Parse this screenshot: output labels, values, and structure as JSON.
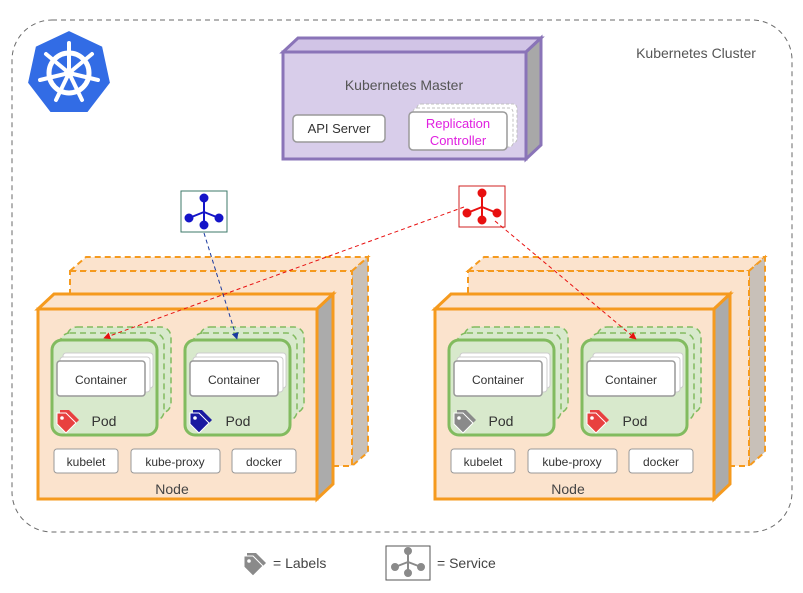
{
  "cluster": {
    "label": "Kubernetes Cluster"
  },
  "master": {
    "title": "Kubernetes Master",
    "api_server": "API Server",
    "replication_controller": [
      "Replication",
      "Controller"
    ]
  },
  "nodes": [
    {
      "label": "Node",
      "pods": [
        {
          "label": "Pod",
          "container": "Container",
          "tag_color": "#e84040"
        },
        {
          "label": "Pod",
          "container": "Container",
          "tag_color": "#1a1aa0"
        }
      ],
      "components": [
        "kubelet",
        "kube-proxy",
        "docker"
      ]
    },
    {
      "label": "Node",
      "pods": [
        {
          "label": "Pod",
          "container": "Container",
          "tag_color": "#8a8a8a"
        },
        {
          "label": "Pod",
          "container": "Container",
          "tag_color": "#e84040"
        }
      ],
      "components": [
        "kubelet",
        "kube-proxy",
        "docker"
      ]
    }
  ],
  "services": [
    {
      "icon": "service-icon",
      "color": "#1414c8"
    },
    {
      "icon": "service-icon",
      "color": "#e81010"
    }
  ],
  "legend": {
    "labels": "= Labels",
    "service": "= Service"
  },
  "colors": {
    "master_fill": "#d8cdea",
    "master_stroke": "#8a74b8",
    "node_fill": "#fbe3cd",
    "node_stroke": "#f59a1e",
    "pod_fill": "#d8e9cc",
    "pod_stroke": "#82bb5f",
    "magenta_text": "#e020e0",
    "k8s_blue": "#326ce5"
  }
}
